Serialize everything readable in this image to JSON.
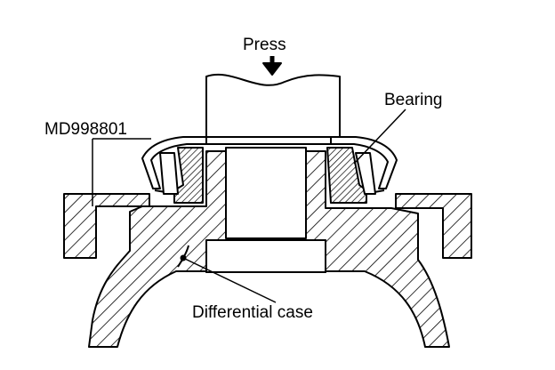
{
  "labels": {
    "press": "Press",
    "bearing": "Bearing",
    "tool": "MD998801",
    "case": "Differential case"
  },
  "colors": {
    "ink": "#000000",
    "paper": "#ffffff"
  }
}
